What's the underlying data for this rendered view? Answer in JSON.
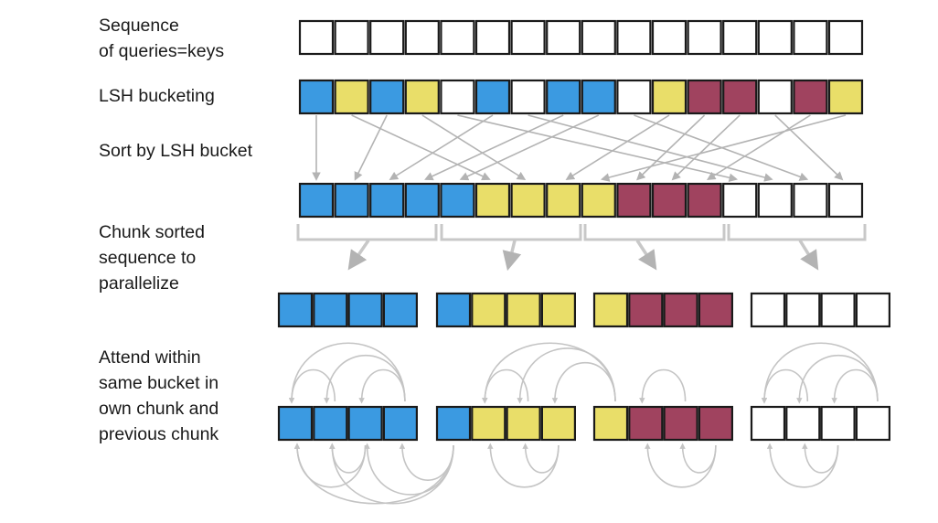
{
  "labels": {
    "sequence": "Sequence\nof queries=keys",
    "lsh": "LSH bucketing",
    "sort": "Sort by LSH bucket",
    "chunk": "Chunk sorted\nsequence to\nparallelize",
    "attend": "Attend within\nsame bucket in\nown chunk and\nprevious chunk"
  },
  "colors": {
    "B": "#3b9ae1",
    "Y": "#e9de69",
    "M": "#a0435f",
    "W": "#ffffff",
    "arrow": "#b3b3b3",
    "border": "#1a1a1a"
  },
  "buckets": [
    "B",
    "Y",
    "B",
    "Y",
    "W",
    "B",
    "W",
    "B",
    "B",
    "W",
    "Y",
    "M",
    "M",
    "W",
    "M",
    "Y"
  ],
  "bucket_order": [
    "B",
    "Y",
    "M",
    "W"
  ],
  "attention_arcs_above": [
    [
      3,
      0
    ],
    [
      3,
      1
    ],
    [
      1,
      0
    ],
    [
      3,
      2
    ],
    [
      6,
      5
    ],
    [
      8,
      5
    ],
    [
      8,
      6
    ],
    [
      8,
      7
    ],
    [
      10,
      9
    ],
    [
      15,
      12
    ],
    [
      15,
      13
    ],
    [
      13,
      12
    ],
    [
      15,
      14
    ]
  ],
  "attention_arcs_below": [
    [
      2,
      0
    ],
    [
      2,
      1
    ],
    [
      4,
      0
    ],
    [
      4,
      1
    ],
    [
      4,
      2
    ],
    [
      4,
      3
    ],
    [
      7,
      5
    ],
    [
      7,
      6
    ],
    [
      11,
      9
    ],
    [
      11,
      10
    ],
    [
      14,
      12
    ],
    [
      14,
      13
    ]
  ]
}
